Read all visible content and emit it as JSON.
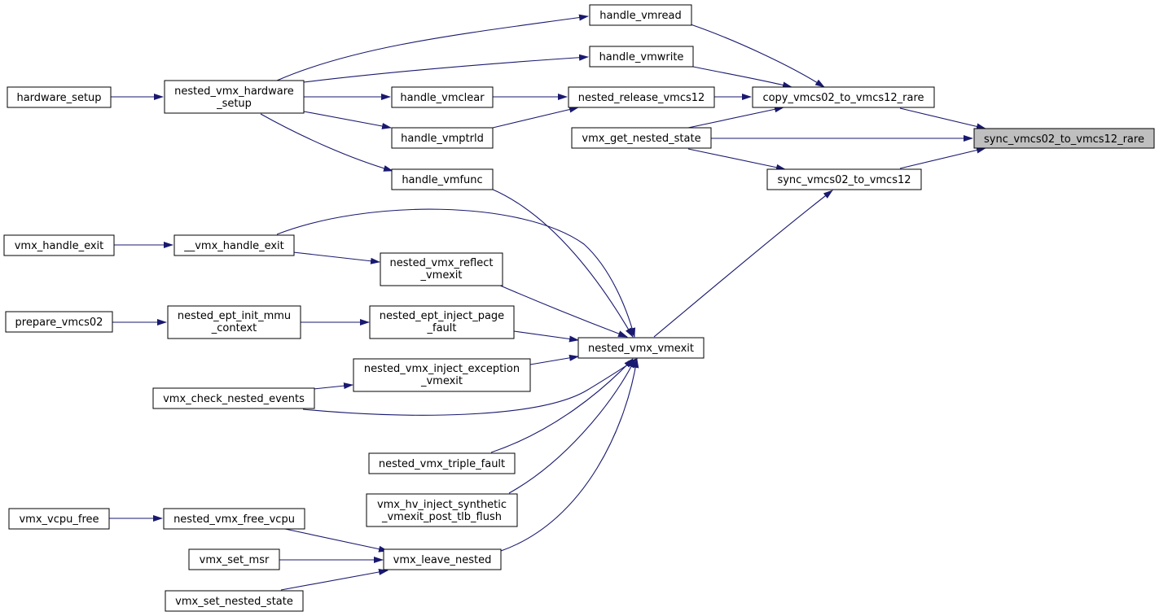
{
  "graph": {
    "root": "sync_vmcs02_to_vmcs12_rare",
    "edge_color": "#191970",
    "root_fill": "#bfbfbf",
    "nodes": {
      "sync_rare": "sync_vmcs02_to_vmcs12_rare",
      "copy_rare": "copy_vmcs02_to_vmcs12_rare",
      "get_nested_state": "vmx_get_nested_state",
      "sync_vmcs12": "sync_vmcs02_to_vmcs12",
      "handle_vmread": "handle_vmread",
      "handle_vmwrite": "handle_vmwrite",
      "release_vmcs12": "nested_release_vmcs12",
      "hw_setup_1": "nested_vmx_hardware",
      "hw_setup_2": "_setup",
      "handle_vmclear": "handle_vmclear",
      "handle_vmptrld": "handle_vmptrld",
      "handle_vmfunc": "handle_vmfunc",
      "hardware_setup": "hardware_setup",
      "nested_vmexit": "nested_vmx_vmexit",
      "vmx_handle_exit": "vmx_handle_exit",
      "__vmx_handle_exit": "__vmx_handle_exit",
      "reflect_1": "nested_vmx_reflect",
      "reflect_2": "_vmexit",
      "prepare_vmcs02": "prepare_vmcs02",
      "ept_mmu_1": "nested_ept_init_mmu",
      "ept_mmu_2": "_context",
      "ept_fault_1": "nested_ept_inject_page",
      "ept_fault_2": "_fault",
      "inject_exc_1": "nested_vmx_inject_exception",
      "inject_exc_2": "_vmexit",
      "check_events": "vmx_check_nested_events",
      "triple_fault": "nested_vmx_triple_fault",
      "hv_inject_1": "vmx_hv_inject_synthetic",
      "hv_inject_2": "_vmexit_post_tlb_flush",
      "leave_nested": "vmx_leave_nested",
      "vcpu_free": "vmx_vcpu_free",
      "free_vcpu": "nested_vmx_free_vcpu",
      "set_msr": "vmx_set_msr",
      "set_nested_state": "vmx_set_nested_state"
    }
  }
}
